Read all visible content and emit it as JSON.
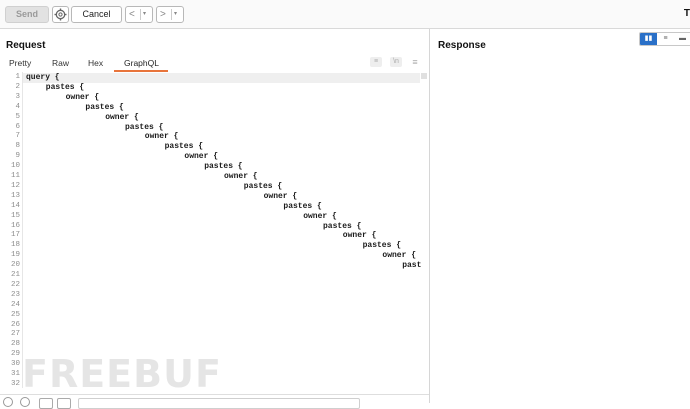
{
  "toolbar": {
    "send_label": "Send",
    "gear_icon": "gear-icon",
    "cancel_label": "Cancel",
    "back_arrow": "<",
    "forward_arrow": ">",
    "caret": "▾",
    "corner_letter": "T"
  },
  "request": {
    "title": "Request",
    "tabs": [
      {
        "label": "Pretty"
      },
      {
        "label": "Raw"
      },
      {
        "label": "Hex"
      },
      {
        "label": "GraphQL",
        "active": true
      }
    ]
  },
  "response": {
    "title": "Response"
  },
  "editor": {
    "lines": [
      "query {",
      "    pastes {",
      "        owner {",
      "            pastes {",
      "                owner {",
      "                    pastes {",
      "                        owner {",
      "                            pastes {",
      "                                owner {",
      "                                    pastes {",
      "                                        owner {",
      "                                            pastes {",
      "                                                owner {",
      "                                                    pastes {",
      "                                                        owner {",
      "                                                            pastes {",
      "                                                                owner {",
      "                                                                    pastes {",
      "                                                                        owner {",
      "                                                                            past",
      "",
      "",
      "",
      "",
      "",
      "",
      "",
      "",
      "",
      "",
      "",
      ""
    ],
    "line_numbers": [
      "1",
      "2",
      "3",
      "4",
      "5",
      "6",
      "7",
      "8",
      "9",
      "10",
      "11",
      "12",
      "13",
      "14",
      "15",
      "16",
      "17",
      "18",
      "19",
      "20",
      "21",
      "22",
      "23",
      "24",
      "25",
      "26",
      "27",
      "28",
      "29",
      "30",
      "31",
      "32"
    ]
  },
  "watermark": "FREEBUF",
  "colors": {
    "accent_tab": "#e8743b",
    "toggle_active": "#2a70c8"
  }
}
